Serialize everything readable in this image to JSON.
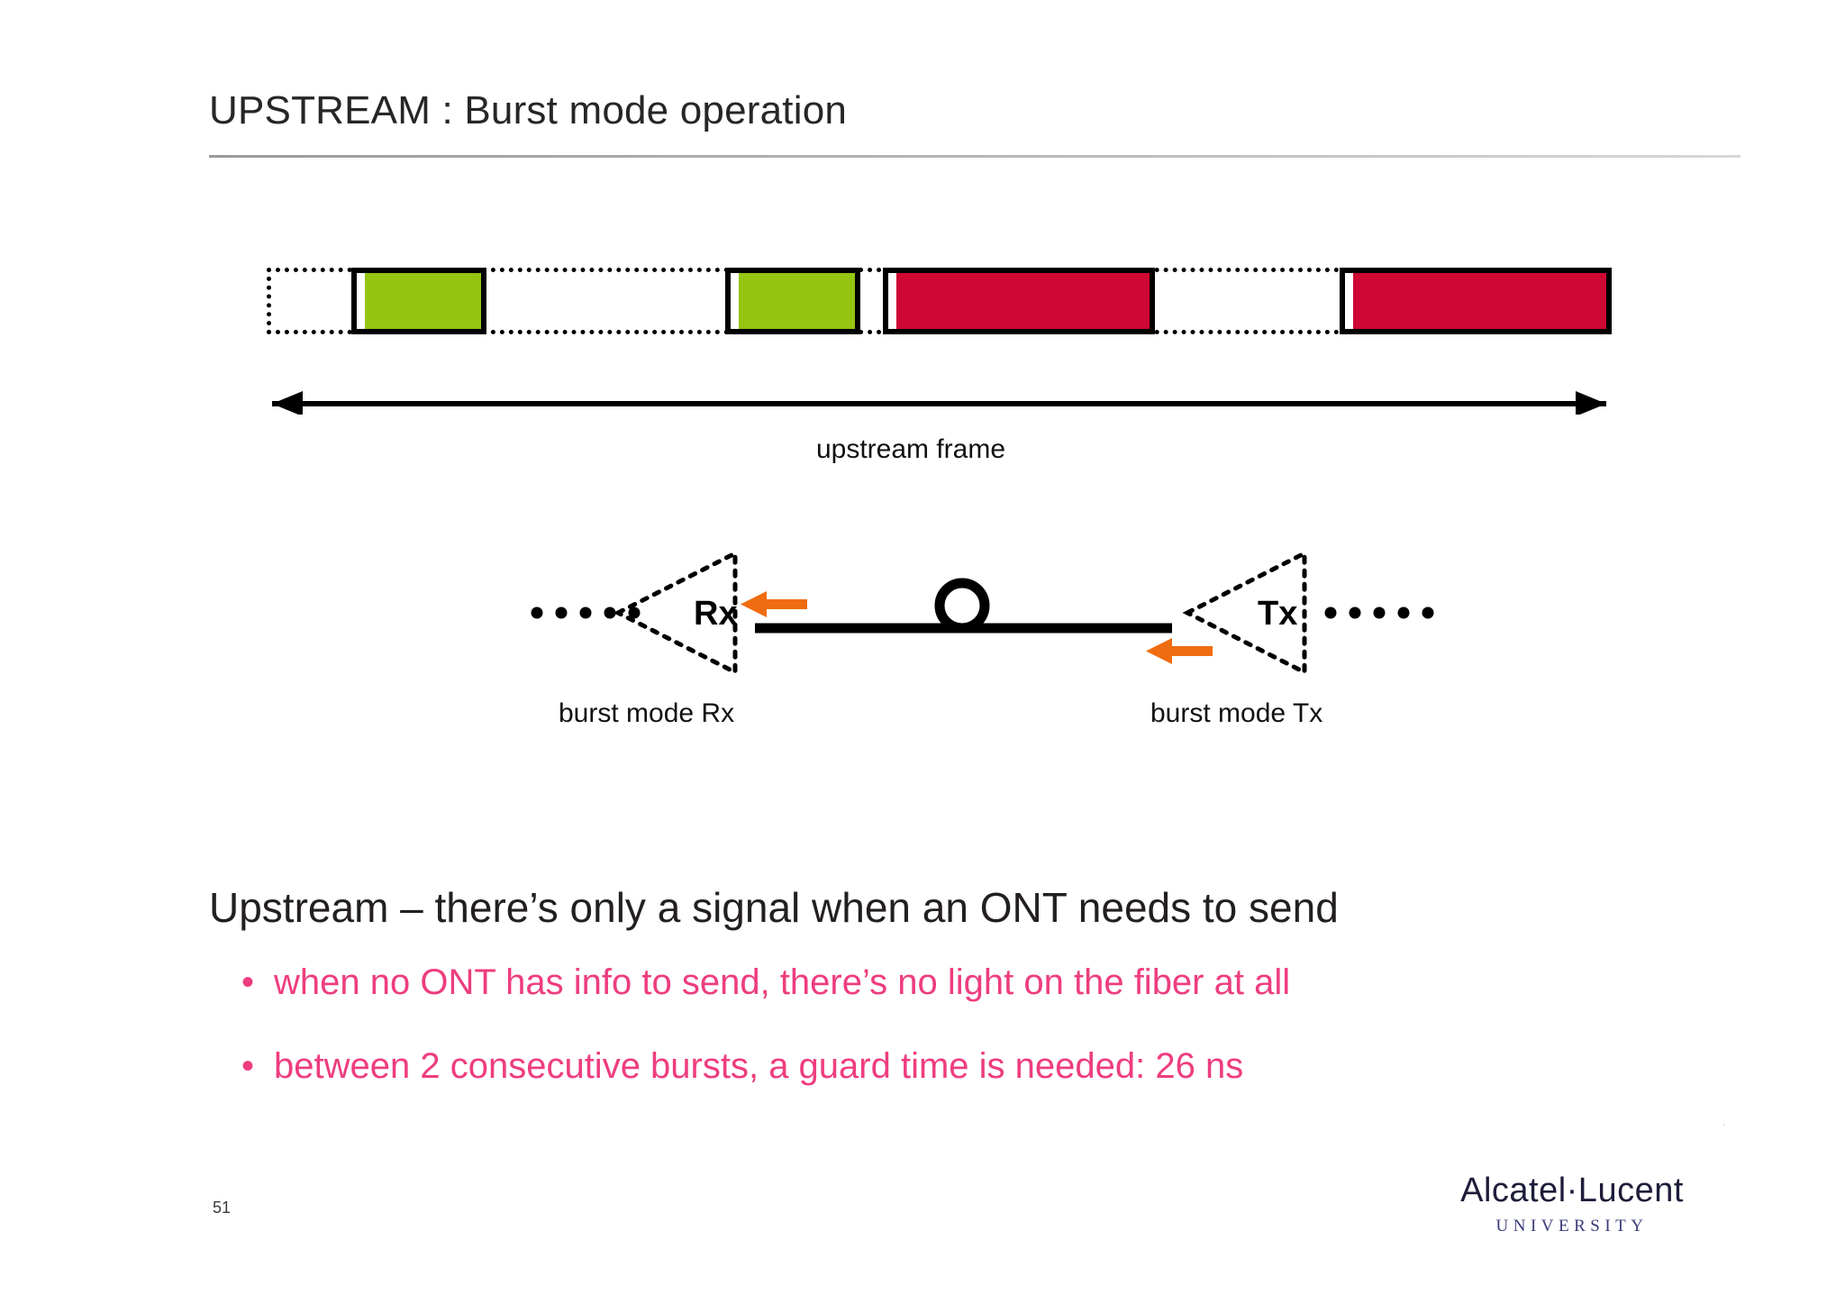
{
  "slide": {
    "title": "UPSTREAM : Burst mode operation",
    "page_number": "51"
  },
  "frame_diagram": {
    "caption": "upstream frame",
    "blocks": [
      {
        "name": "burst-1",
        "color_name": "green",
        "color": "#95c511",
        "left_pct": 14.3,
        "width_pct": 5.5
      },
      {
        "name": "burst-2",
        "color_name": "green",
        "color": "#95c511",
        "left_pct": 29.6,
        "width_pct": 5.5
      },
      {
        "name": "burst-3",
        "color_name": "red",
        "color": "#ce0733",
        "left_pct": 36.0,
        "width_pct": 11.1
      },
      {
        "name": "burst-4",
        "color_name": "red",
        "color": "#ce0733",
        "left_pct": 54.6,
        "width_pct": 11.1
      }
    ]
  },
  "fiber_diagram": {
    "rx_label": "Rx",
    "tx_label": "Tx",
    "rx_caption": "burst mode Rx",
    "tx_caption": "burst mode Tx",
    "arrow_color": "#ef6c10",
    "splitter_icon": "circle-splitter-icon"
  },
  "body": {
    "lead": "Upstream – there’s only a signal when an ONT needs to send",
    "bullet_marker": "•",
    "bullets": [
      "when no ONT has info to send, there’s no light on the fiber at all",
      "between 2 consecutive bursts, a guard time is needed: 26 ns"
    ],
    "bullet_color": "#ee3d7f"
  },
  "footer": {
    "logo_brand": "Alcatel·Lucent",
    "logo_sub": "UNIVERSITY",
    "tiny_mark": "·"
  }
}
